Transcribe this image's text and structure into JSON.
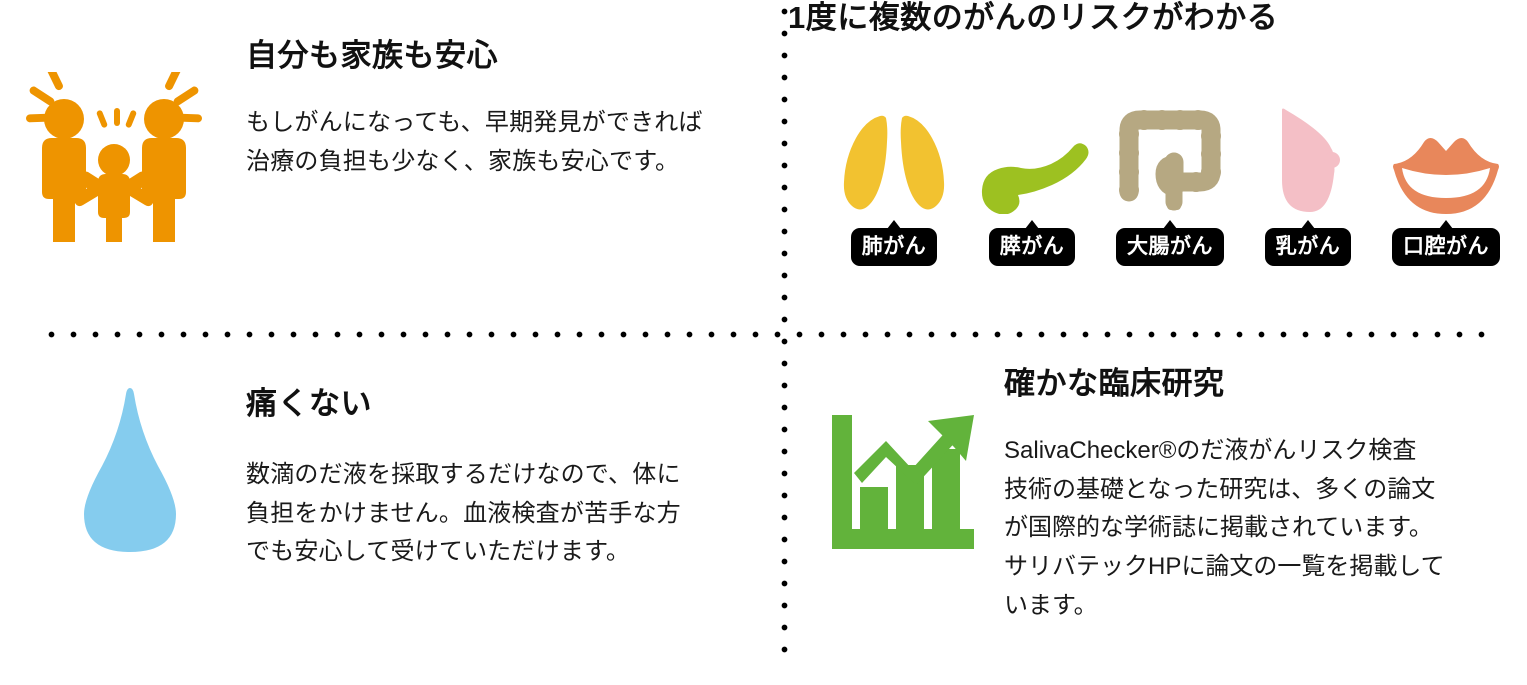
{
  "colors": {
    "orange": "#EE9400",
    "lung_yellow": "#F2C230",
    "pancreas_green": "#9DC121",
    "colon_khaki": "#B6A882",
    "breast_pink": "#F4BFC6",
    "mouth_salmon": "#E8875B",
    "drop_blue": "#85CCEE",
    "chart_green": "#62B33B",
    "badge_bg": "#000000",
    "badge_text": "#FFFFFF",
    "divider": "#000000",
    "text": "#1A1A1A"
  },
  "panels": {
    "family": {
      "icon": "family-three-people-icon",
      "title": "自分も家族も安心",
      "body_lines": [
        "もしがんになっても、早期発見ができれば",
        "治療の負担も少なく、家族も安心です。"
      ]
    },
    "multi_cancer": {
      "title": "1度に複数のがんのリスクがわかる",
      "organs": [
        {
          "icon": "lungs-icon",
          "label": "肺がん",
          "color": "#F2C230"
        },
        {
          "icon": "pancreas-icon",
          "label": "膵がん",
          "color": "#9DC121"
        },
        {
          "icon": "colon-icon",
          "label": "大腸がん",
          "color": "#B6A882"
        },
        {
          "icon": "breast-icon",
          "label": "乳がん",
          "color": "#F4BFC6"
        },
        {
          "icon": "mouth-icon",
          "label": "口腔がん",
          "color": "#E8875B"
        }
      ]
    },
    "painless": {
      "icon": "water-drop-icon",
      "title": "痛くない",
      "body_lines": [
        "数滴のだ液を採取するだけなので、体に",
        "負担をかけません。血液検査が苦手な方",
        "でも安心して受けていただけます。"
      ]
    },
    "research": {
      "icon": "growth-bar-chart-icon",
      "title": "確かな臨床研究",
      "body_lines": [
        "SalivaChecker®のだ液がんリスク検査",
        "技術の基礎となった研究は、多くの論文",
        "が国際的な学術誌に掲載されています。",
        "サリバテックHPに論文の一覧を掲載して",
        "います。"
      ]
    }
  }
}
